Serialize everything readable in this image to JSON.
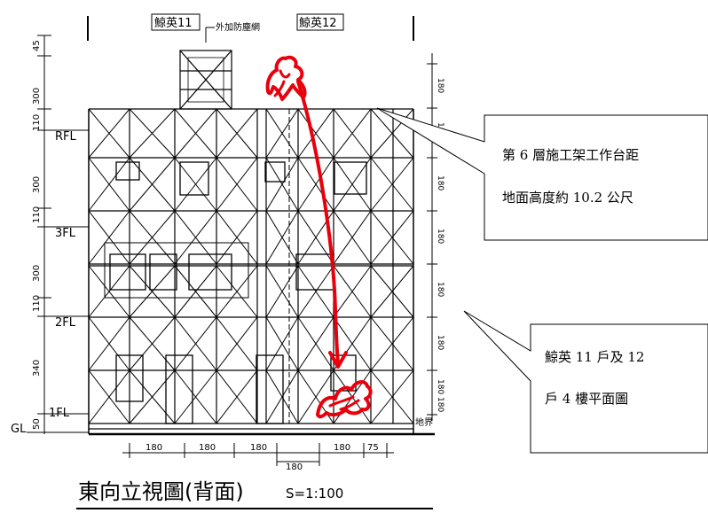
{
  "drawing": {
    "top_labels": {
      "unit_11": "鯨英11",
      "note": "外加防塵網",
      "unit_12": "鯨英12"
    },
    "left_dims": [
      "45",
      "300",
      "110",
      "300",
      "110",
      "300",
      "110",
      "340",
      "50"
    ],
    "level_labels": {
      "rfl": "RFL",
      "f3": "3FL",
      "f2": "2FL",
      "f1": "1FL",
      "gl": "GL"
    },
    "right_dims": [
      "180",
      "180",
      "180",
      "180",
      "180",
      "180",
      "180",
      "180"
    ],
    "ground_label": "地界",
    "bottom_dims": [
      "180",
      "180",
      "180",
      "180",
      "75"
    ],
    "bottom_dim_sub": "180",
    "title": "東向立視圖(背面)",
    "scale": "S=1:100"
  },
  "callouts": {
    "upper": {
      "line1": "第 6 層施工架工作台距",
      "line2": "地面高度約 10.2 公尺"
    },
    "lower": {
      "line1": "鯨英 11 戶及 12",
      "line2": "戶 4 樓平面圖"
    }
  },
  "colors": {
    "line": "#000000",
    "annotation": "#e8000c",
    "callout_fill": "#ffffff"
  }
}
